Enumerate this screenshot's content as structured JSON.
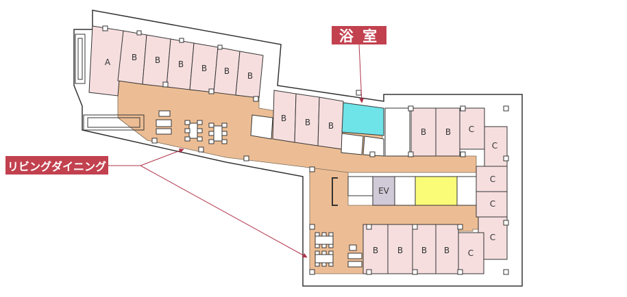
{
  "labels": {
    "bath": "浴 室",
    "living_dining": "リビングダイニング"
  },
  "room_labels": {
    "a": "A",
    "b": "B",
    "c": "C",
    "ev": "EV"
  },
  "colors": {
    "wall": "#ffffff",
    "wall_stroke": "#333333",
    "room": "#f6dedf",
    "corridor": "#ecbd94",
    "bath": "#6ee3e8",
    "ev": "#d0c9d7",
    "yellow_room": "#fafc78",
    "accent": "#c2414f",
    "arrow": "#b0324a"
  }
}
